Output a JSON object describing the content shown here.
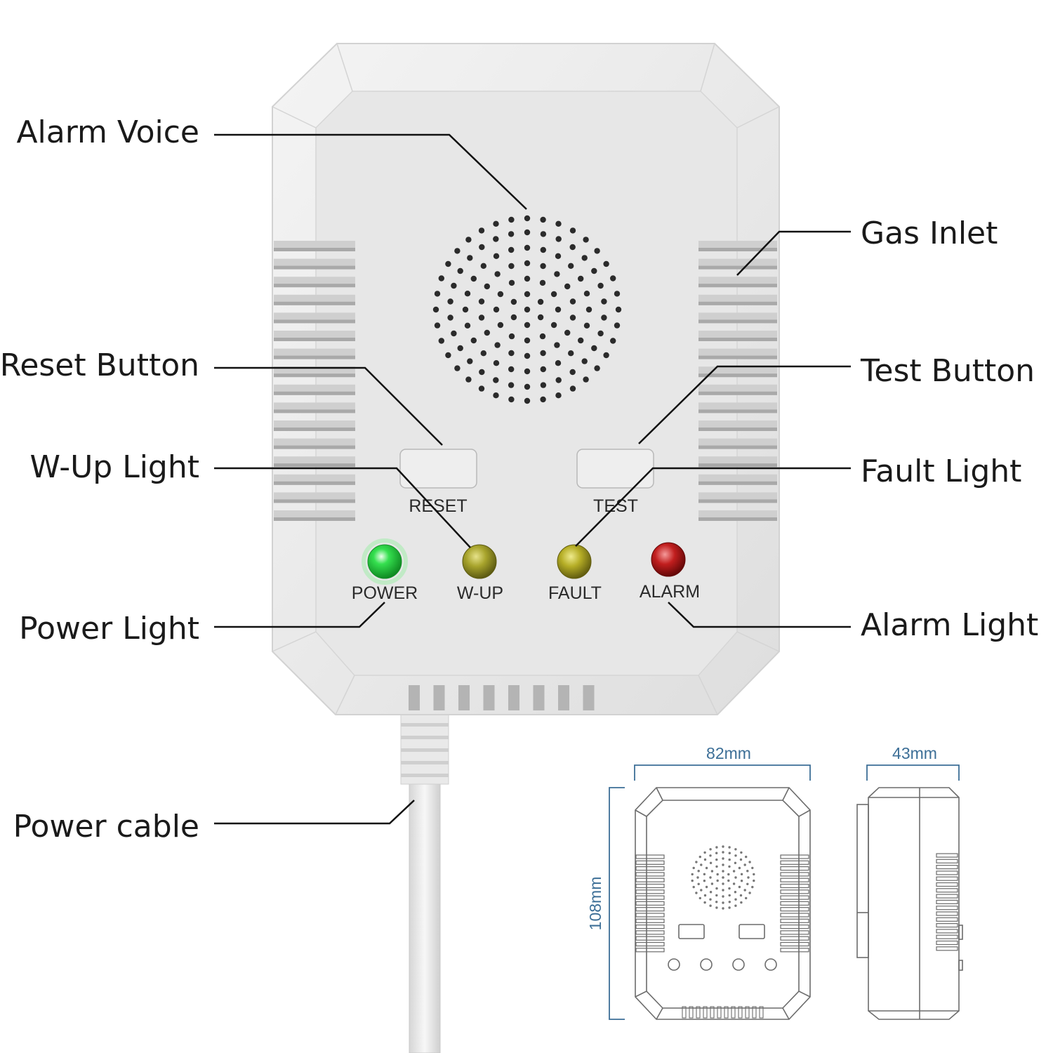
{
  "device": {
    "buttons": {
      "reset": "RESET",
      "test": "TEST"
    },
    "leds": [
      {
        "label": "POWER",
        "color": "#2fd14a"
      },
      {
        "label": "W-UP",
        "color": "#a5a22a"
      },
      {
        "label": "FAULT",
        "color": "#b3ac22"
      },
      {
        "label": "ALARM",
        "color": "#b81d1d"
      }
    ]
  },
  "callouts": {
    "alarm_voice": "Alarm Voice",
    "reset_button": "Reset Button",
    "wup_light": "W-Up Light",
    "power_light": "Power Light",
    "power_cable": "Power cable",
    "gas_inlet": "Gas Inlet",
    "test_button": "Test Button",
    "fault_light": "Fault Light",
    "alarm_light": "Alarm Light"
  },
  "dimensions": {
    "width": "82mm",
    "depth": "43mm",
    "height": "108mm"
  },
  "colors": {
    "body": "#ededed",
    "face": "#e6e6e6",
    "dimension": "#3d6f97"
  }
}
